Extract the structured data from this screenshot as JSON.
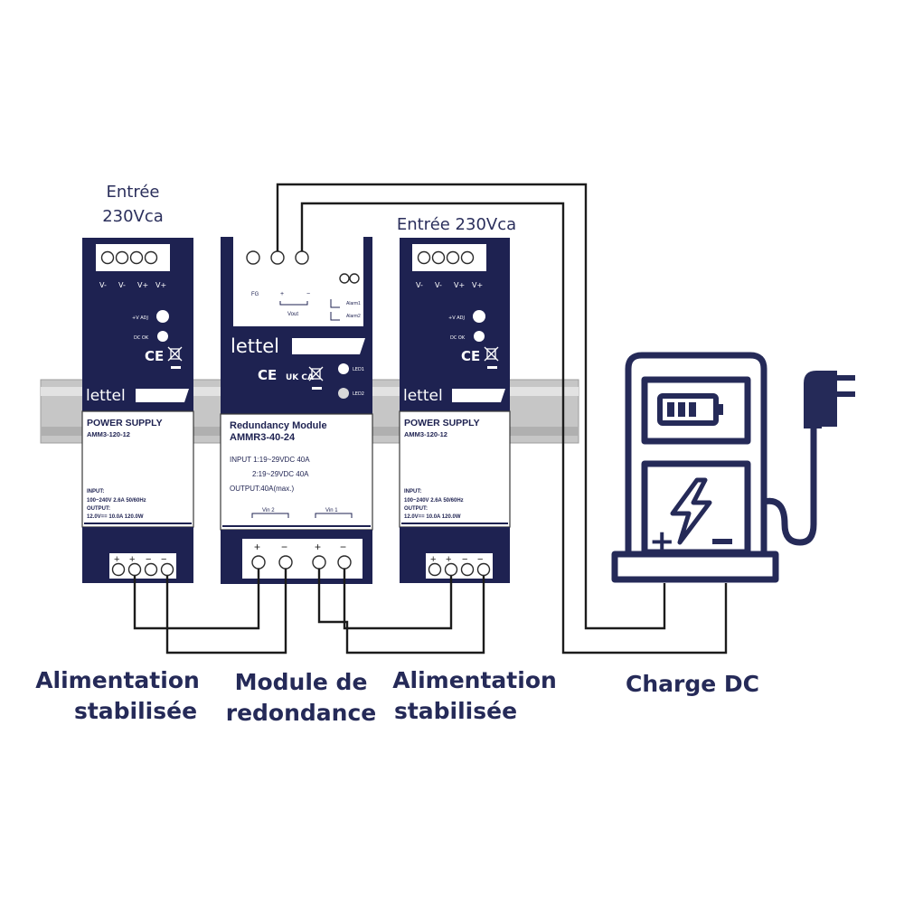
{
  "captions": {
    "input_left_line1": "Entrée",
    "input_left_line2": "230Vca",
    "input_right": "Entrée 230Vca",
    "psu_left_line1": "Alimentation",
    "psu_left_line2": "stabilisée",
    "module_line1": "Module de",
    "module_line2": "redondance",
    "psu_right_line1": "Alimentation",
    "psu_right_line2": "stabilisée",
    "load": "Charge DC"
  },
  "psu": {
    "brand": "lettel",
    "title": "POWER SUPPLY",
    "model": "AMM3-120-12",
    "input_label": "INPUT:",
    "input_value": "100~240V 2.6A 50/60Hz",
    "output_label": "OUTPUT:",
    "output_value": "12.0V== 10.0A 120.0W",
    "top_terminals": [
      "V-",
      "V-",
      "V+",
      "V+"
    ],
    "bottom_terminals": [
      "+",
      "+",
      "−",
      "−"
    ],
    "led_labels": [
      "+V ADJ",
      "DC OK"
    ],
    "cert": "CE"
  },
  "module": {
    "brand": "lettel",
    "title": "Redundancy Module",
    "model": "AMMR3-40-24",
    "input1": "INPUT 1:19~29VDC  40A",
    "input2": "2:19~29VDC  40A",
    "output": "OUTPUT:40A(max.)",
    "vin2": "Vin 2",
    "vin1": "Vin 1",
    "top_labels": [
      "FG",
      "+",
      "−"
    ],
    "vout": "Vout",
    "alarms": [
      "Alarm1",
      "Alarm2"
    ],
    "leds": [
      "LED1",
      "LED2"
    ],
    "certs": [
      "CE",
      "UK CA"
    ],
    "bottom_terminals": [
      "+",
      "−",
      "+",
      "−"
    ]
  },
  "icons": [
    "charging-station-icon",
    "battery-icon",
    "lightning-bolt-icon",
    "power-plug-icon"
  ],
  "colors": {
    "navy": "#1e2251",
    "caption": "#252a58",
    "rail": "#c6c6c6",
    "wire": "#1c1c1c"
  }
}
